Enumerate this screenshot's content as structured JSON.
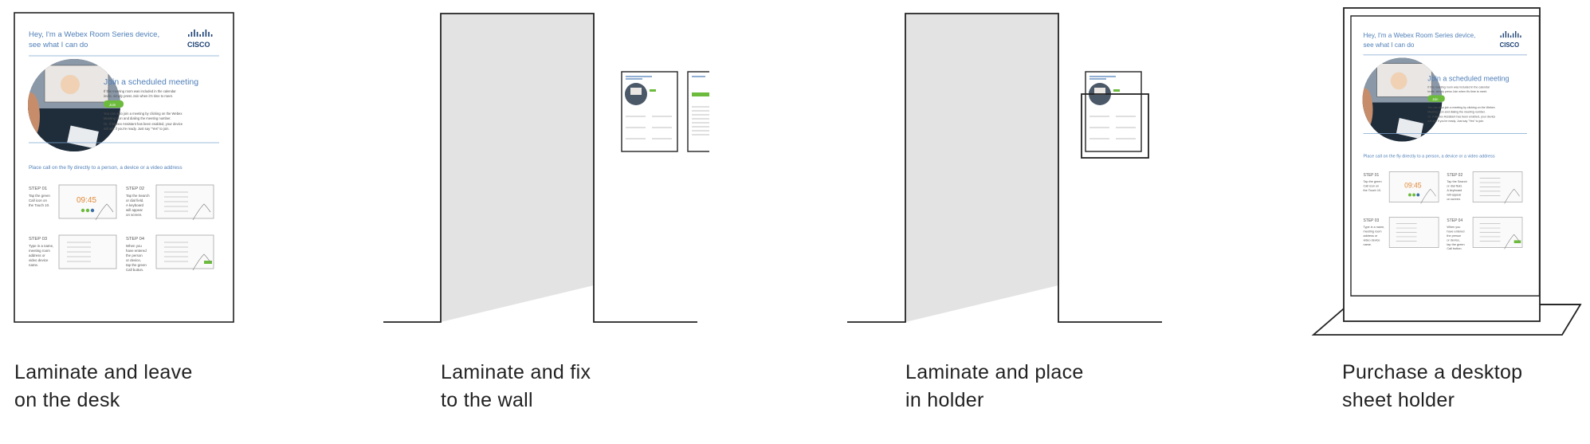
{
  "captions": [
    "Laminate and leave\non the desk",
    "Laminate and fix\nto the wall",
    "Laminate and place\nin holder",
    "Purchase a desktop\nsheet holder"
  ],
  "sheet": {
    "title_line1": "Hey, I'm a Webex Room Series device,",
    "title_line2": "see what I can do",
    "brand": "CISCO",
    "join_heading": "Join a scheduled meeting",
    "join_text1": "If this meeting room was included in the calendar",
    "join_text2": "invite, simply press Join when it's time to meet.",
    "join_button": "Join",
    "join_text3": "You can also join a meeting by clicking on the Webex",
    "join_text4": "Meeting icon and dialing the meeting number.",
    "join_text5": "Or, if Webex Assistant has been enabled, your device",
    "join_text6": "will ask if you're ready. Just say \"Yes\" to join.",
    "place_call": "Place call on the fly directly to a person, a device or a video address",
    "clock": "09:45",
    "steps": [
      {
        "label": "STEP 01",
        "lines": [
          "Tap the green",
          "Call icon on",
          "the Touch 10."
        ]
      },
      {
        "label": "STEP 02",
        "lines": [
          "Tap the Search",
          "or dial field.",
          "A keyboard",
          "will appear",
          "on screen."
        ]
      },
      {
        "label": "STEP 03",
        "lines": [
          "Type in a name,",
          "meeting room",
          "address or",
          "video device",
          "name."
        ]
      },
      {
        "label": "STEP 04",
        "lines": [
          "When you",
          "have entered",
          "the person",
          "or device,",
          "tap the green",
          "Call button."
        ]
      }
    ]
  }
}
